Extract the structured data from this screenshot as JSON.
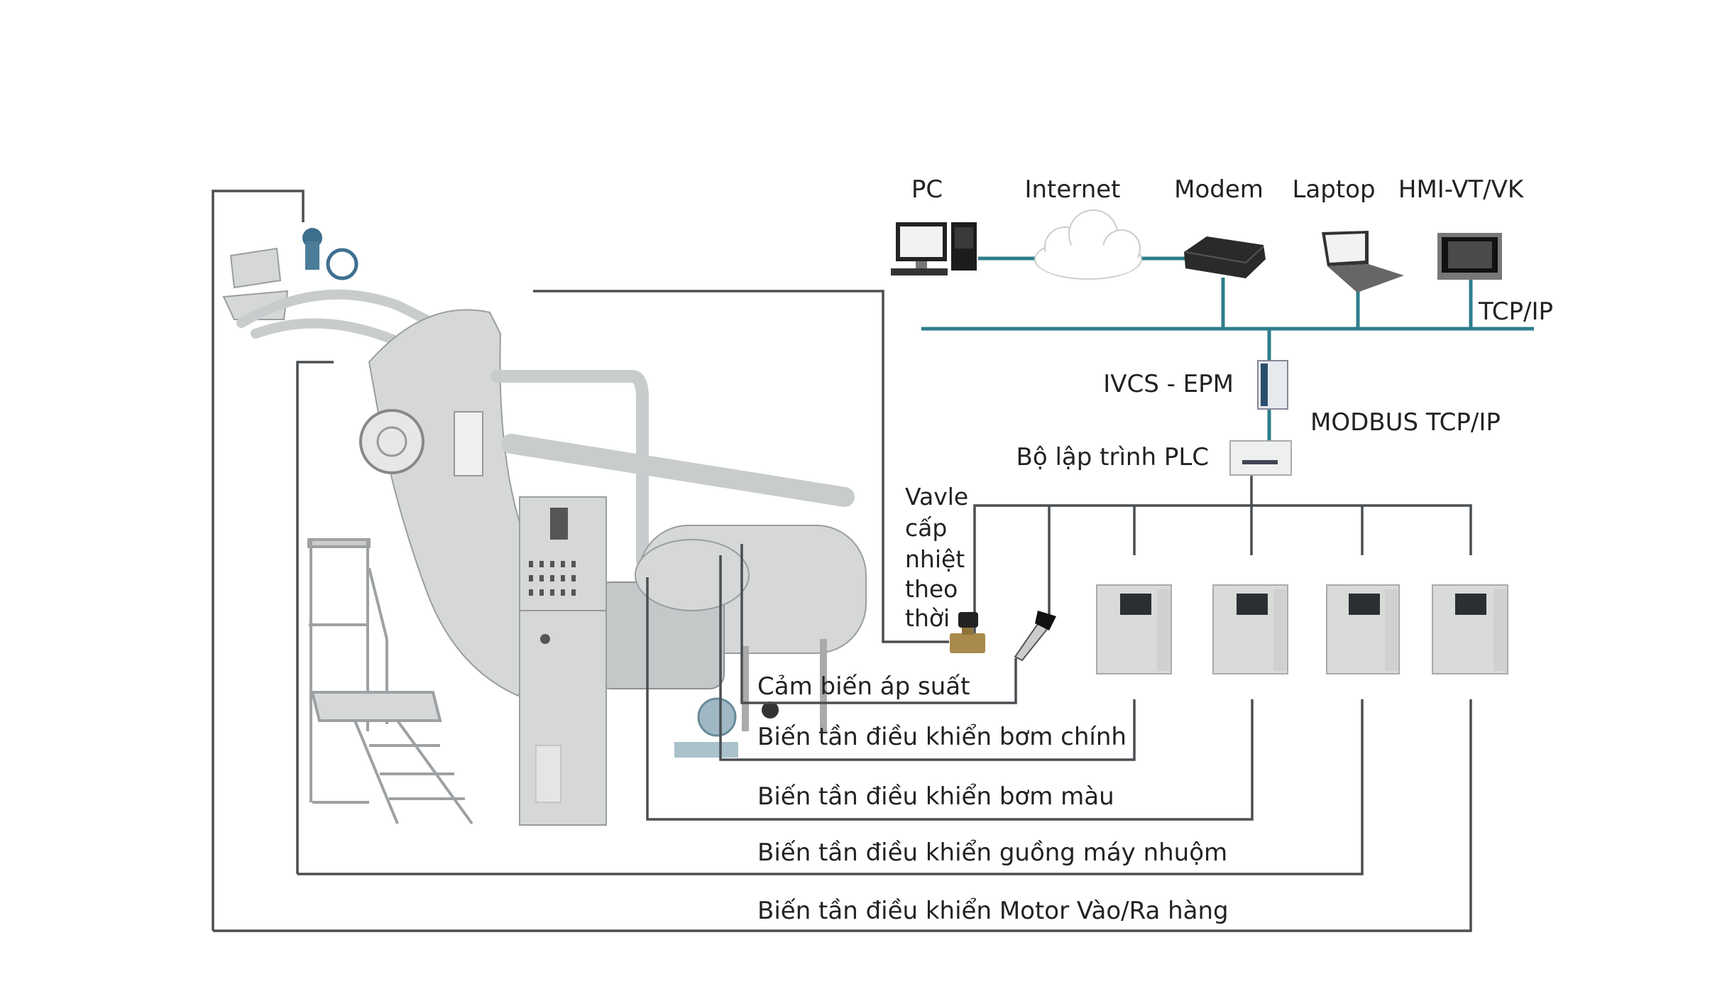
{
  "network": {
    "devices": [
      {
        "label": "PC",
        "icon": "pc-icon"
      },
      {
        "label": "Internet",
        "icon": "cloud-icon"
      },
      {
        "label": "Modem",
        "icon": "modem-icon"
      },
      {
        "label": "Laptop",
        "icon": "laptop-icon"
      },
      {
        "label": "HMI-VT/VK",
        "icon": "hmi-icon"
      }
    ],
    "bus_label": "TCP/IP",
    "gateway_label": "IVCS - EPM",
    "protocol_label": "MODBUS TCP/IP",
    "plc_label": "Bộ lập trình PLC"
  },
  "field": {
    "valve_label_lines": [
      "Vavle",
      "cấp",
      "nhiệt",
      "theo",
      "thời"
    ],
    "sensor_label": "Cảm biến áp suất",
    "inverter_labels": [
      "Biến tần điều khiển bơm chính",
      "Biến tần điều khiển bơm màu",
      "Biến tần điều khiển guồng máy nhuộm",
      "Biến tần điều khiển Motor Vào/Ra hàng"
    ]
  },
  "colors": {
    "network_line": "#2e7d8c",
    "wire": "#4a4e52"
  }
}
